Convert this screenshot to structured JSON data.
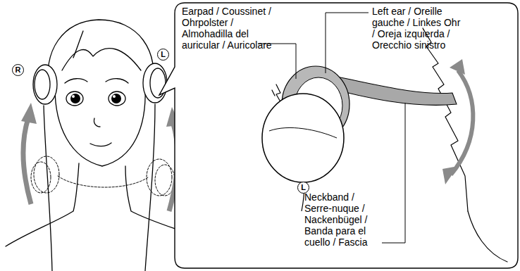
{
  "diagram": {
    "nodes": [
      {
        "text": [
          "Earpad / Coussinet / Ohrpolster / Almohadilla del auricular / Auricolare",
          "Left ear / Oreille gauche / Linkes Ohr / Oreja izquierda / Orecchio sinistro",
          "Neckband / Serre-nuque / Nackenbügel / Banda para el cuello / Fascia"
        ]
      },
      {
        "text": [
          "R"
        ]
      },
      {
        "text": [
          "L"
        ]
      },
      {
        "text": [
          "L"
        ],
        "in": 0
      }
    ]
  }
}
